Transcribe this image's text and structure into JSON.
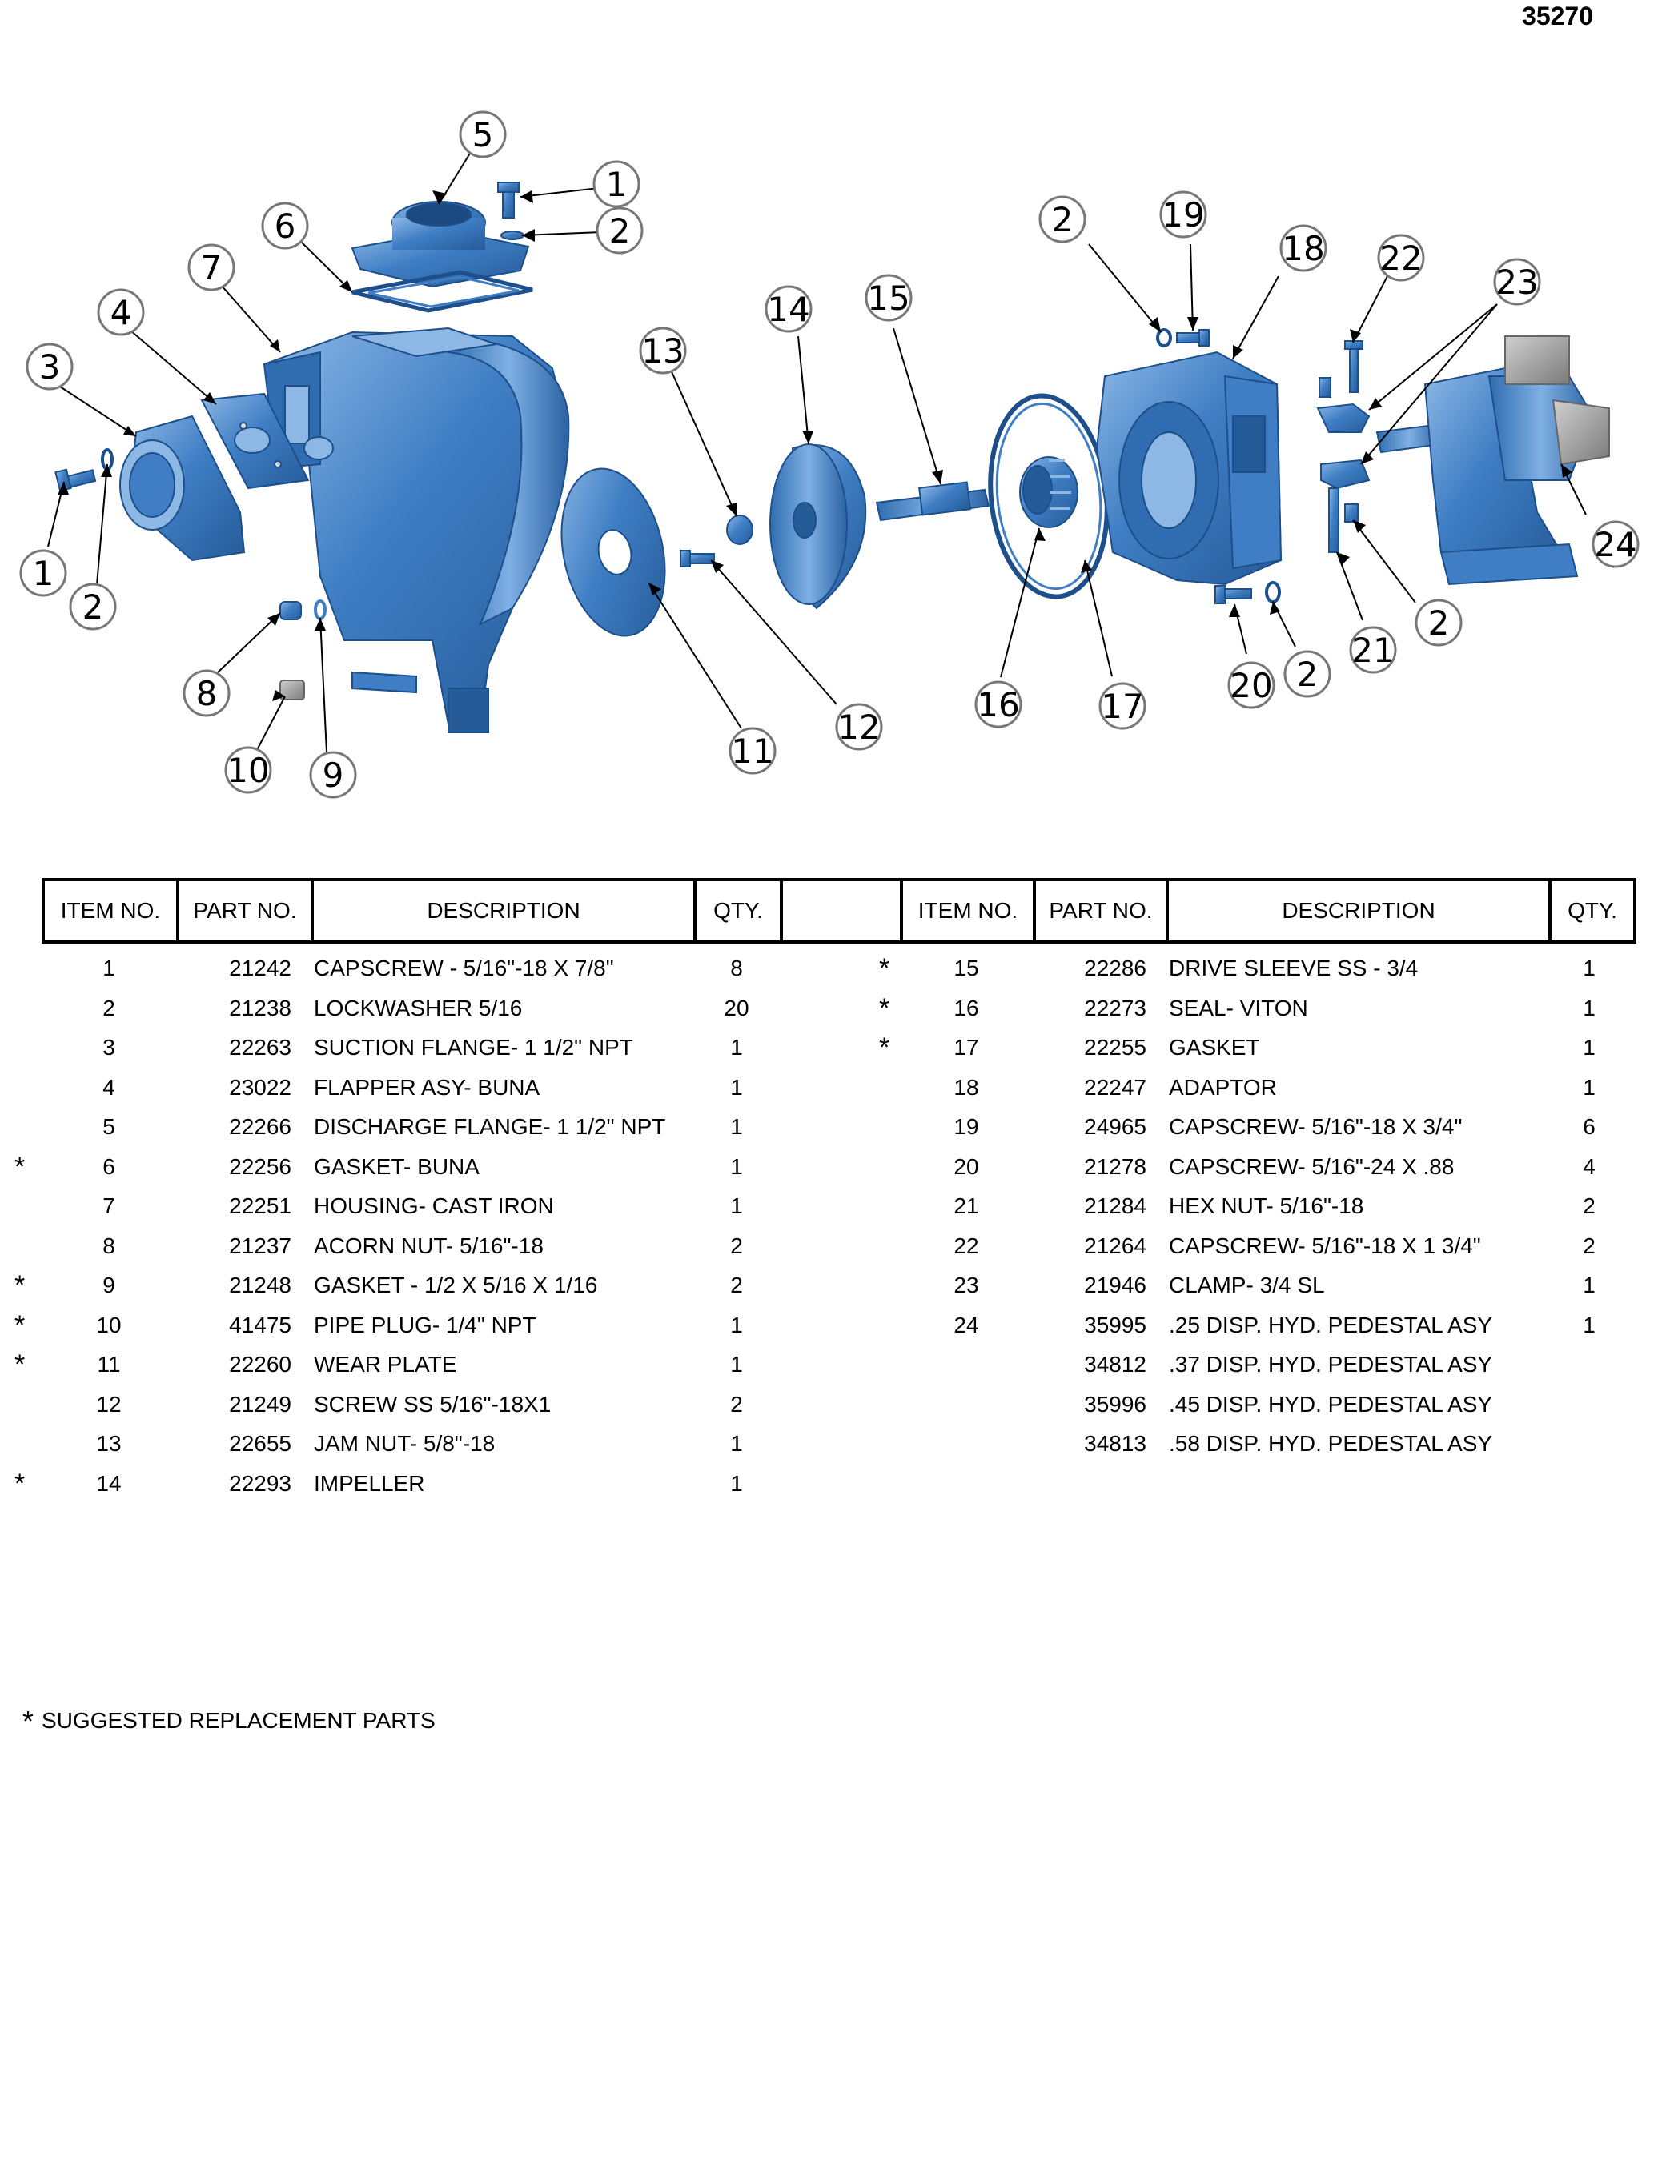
{
  "document": {
    "number": "35270"
  },
  "colors": {
    "part_blue": "#3f7ec4",
    "part_dark": "#255b99",
    "part_light": "#8db8e6",
    "gray_part": "#9a9a9a"
  },
  "callouts": [
    "5",
    "1",
    "2",
    "6",
    "7",
    "4",
    "3",
    "1",
    "2",
    "8",
    "10",
    "9",
    "13",
    "11",
    "12",
    "14",
    "15",
    "16",
    "17",
    "2",
    "19",
    "18",
    "22",
    "23",
    "24",
    "2",
    "21",
    "20",
    "2"
  ],
  "table": {
    "headers": [
      "ITEM NO.",
      "PART NO.",
      "DESCRIPTION",
      "QTY.",
      "",
      "ITEM NO.",
      "PART NO.",
      "DESCRIPTION",
      "QTY."
    ],
    "left_rows": [
      {
        "star": "",
        "item": "1",
        "part": "21242",
        "desc": "CAPSCREW - 5/16\"-18 X 7/8\"",
        "qty": "8"
      },
      {
        "star": "",
        "item": "2",
        "part": "21238",
        "desc": "LOCKWASHER 5/16",
        "qty": "20"
      },
      {
        "star": "",
        "item": "3",
        "part": "22263",
        "desc": "SUCTION FLANGE- 1 1/2\"  NPT",
        "qty": "1"
      },
      {
        "star": "",
        "item": "4",
        "part": "23022",
        "desc": "FLAPPER ASY- BUNA",
        "qty": "1"
      },
      {
        "star": "",
        "item": "5",
        "part": "22266",
        "desc": "DISCHARGE FLANGE- 1 1/2\" NPT",
        "qty": "1"
      },
      {
        "star": "*",
        "item": "6",
        "part": "22256",
        "desc": "GASKET- BUNA",
        "qty": "1"
      },
      {
        "star": "",
        "item": "7",
        "part": "22251",
        "desc": "HOUSING- CAST IRON",
        "qty": "1"
      },
      {
        "star": "",
        "item": "8",
        "part": "21237",
        "desc": "ACORN NUT- 5/16\"-18",
        "qty": "2"
      },
      {
        "star": "*",
        "item": "9",
        "part": "21248",
        "desc": "GASKET - 1/2 X 5/16 X 1/16",
        "qty": "2"
      },
      {
        "star": "*",
        "item": "10",
        "part": "41475",
        "desc": "PIPE PLUG- 1/4\" NPT",
        "qty": "1"
      },
      {
        "star": "*",
        "item": "11",
        "part": "22260",
        "desc": "WEAR PLATE",
        "qty": "1"
      },
      {
        "star": "",
        "item": "12",
        "part": "21249",
        "desc": "SCREW SS 5/16\"-18X1",
        "qty": "2"
      },
      {
        "star": "",
        "item": "13",
        "part": "22655",
        "desc": "JAM NUT- 5/8\"-18",
        "qty": "1"
      },
      {
        "star": "*",
        "item": "14",
        "part": "22293",
        "desc": "IMPELLER",
        "qty": "1"
      }
    ],
    "right_rows": [
      {
        "star": "*",
        "item": "15",
        "part": "22286",
        "desc": "DRIVE SLEEVE SS - 3/4",
        "qty": "1"
      },
      {
        "star": "*",
        "item": "16",
        "part": "22273",
        "desc": "SEAL- VITON",
        "qty": "1"
      },
      {
        "star": "*",
        "item": "17",
        "part": "22255",
        "desc": "GASKET",
        "qty": "1"
      },
      {
        "star": "",
        "item": "18",
        "part": "22247",
        "desc": "ADAPTOR",
        "qty": "1"
      },
      {
        "star": "",
        "item": "19",
        "part": "24965",
        "desc": "CAPSCREW- 5/16\"-18 X 3/4\"",
        "qty": "6"
      },
      {
        "star": "",
        "item": "20",
        "part": "21278",
        "desc": "CAPSCREW- 5/16\"-24  X .88",
        "qty": "4"
      },
      {
        "star": "",
        "item": "21",
        "part": "21284",
        "desc": "HEX NUT- 5/16\"-18",
        "qty": "2"
      },
      {
        "star": "",
        "item": "22",
        "part": "21264",
        "desc": "CAPSCREW- 5/16\"-18 X 1 3/4\"",
        "qty": "2"
      },
      {
        "star": "",
        "item": "23",
        "part": "21946",
        "desc": "CLAMP- 3/4 SL",
        "qty": "1"
      },
      {
        "star": "",
        "item": "24",
        "part": "35995",
        "desc": ".25 DISP. HYD. PEDESTAL ASY",
        "qty": "1"
      },
      {
        "star": "",
        "item": "",
        "part": "34812",
        "desc": ".37 DISP. HYD. PEDESTAL ASY",
        "qty": ""
      },
      {
        "star": "",
        "item": "",
        "part": "35996",
        "desc": ".45 DISP. HYD. PEDESTAL ASY",
        "qty": ""
      },
      {
        "star": "",
        "item": "",
        "part": "34813",
        "desc": ".58 DISP. HYD. PEDESTAL ASY",
        "qty": ""
      }
    ]
  },
  "footnote": {
    "symbol": "*",
    "text": "SUGGESTED REPLACEMENT PARTS"
  }
}
